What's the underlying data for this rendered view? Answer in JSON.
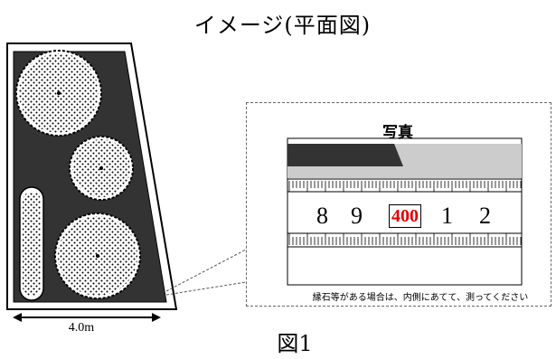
{
  "title": "イメージ(平面図)",
  "figure_label": "図1",
  "width_label": "4.0m",
  "photo": {
    "title": "写真",
    "ruler_numbers": [
      "8",
      "9",
      "400",
      "1",
      "2"
    ],
    "caption": "縁石等がある場合は、内側にあてて、測ってください"
  },
  "colors": {
    "bed_fill": "#333333",
    "highlight_number": "#e00000",
    "ruler_band_dark": "#333333",
    "ruler_band_light": "#cccccc"
  }
}
